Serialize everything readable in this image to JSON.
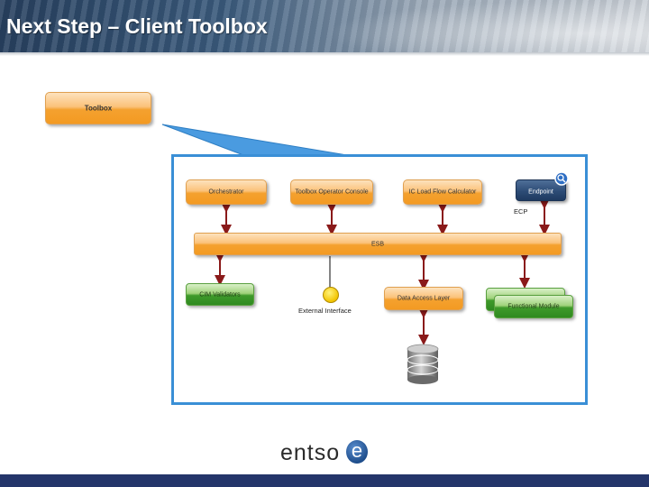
{
  "header": {
    "title": "Next Step – Client Toolbox"
  },
  "diagram": {
    "toolbox": "Toolbox",
    "top_boxes": [
      "Orchestrator",
      "Toolbox Operator Console",
      "IC Load Flow Calculator"
    ],
    "endpoint": "Endpoint",
    "ecp_label": "ECP",
    "esb": "ESB",
    "cim_validators": "CIM Validators",
    "external_interface": "External Interface",
    "data_access_layer": "Data Access Layer",
    "functional_module": "Functional Module"
  },
  "footer": {
    "logo_text": "entso",
    "logo_e": "e"
  },
  "colors": {
    "frame": "#3a8fd6",
    "arrow": "#8a1a1a",
    "footer_bar": "#24356a"
  }
}
